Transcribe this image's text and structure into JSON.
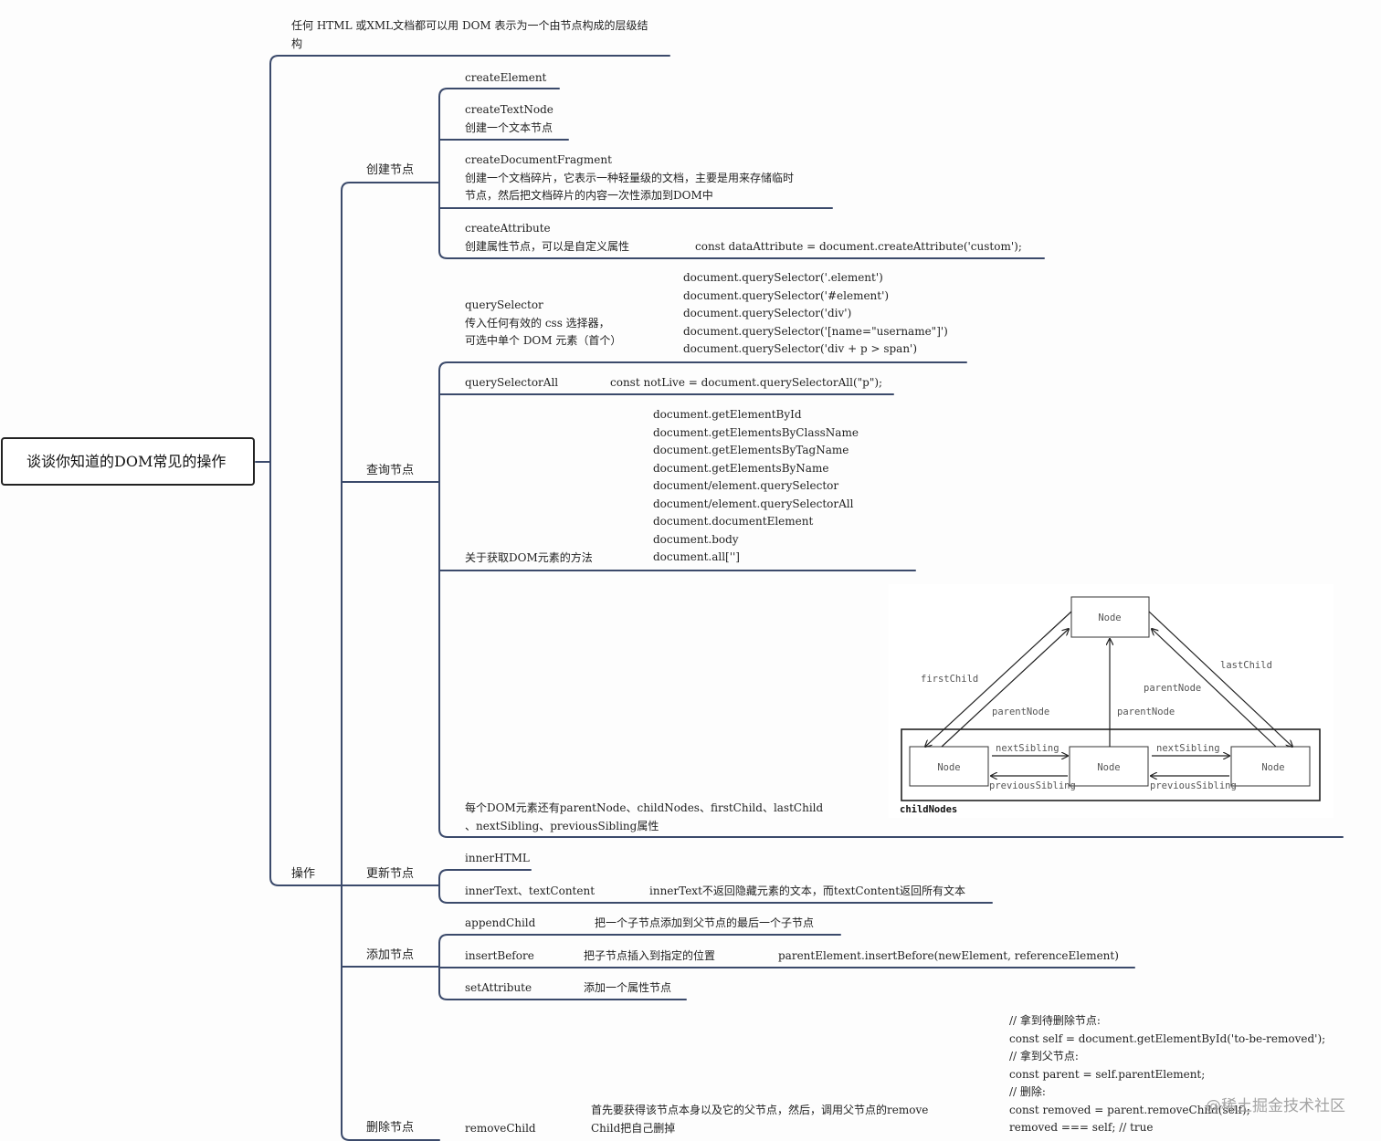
{
  "root": {
    "title": "谈谈你知道的DOM常见的操作"
  },
  "intro": {
    "text": "任何 HTML 或XML文档都可以用 DOM 表示为一个由节点构成的层级结\n构"
  },
  "ops": {
    "label": "操作"
  },
  "create": {
    "label": "创建节点",
    "createElement": {
      "name": "createElement"
    },
    "createTextNode": {
      "text": "createTextNode\n创建一个文本节点"
    },
    "createDocumentFragment": {
      "text": "createDocumentFragment\n创建一个文档碎片，它表示一种轻量级的文档，主要是用来存储临时\n节点，然后把文档碎片的内容一次性添加到DOM中"
    },
    "createAttribute": {
      "text": "createAttribute\n创建属性节点，可以是自定义属性",
      "code": "const dataAttribute = document.createAttribute('custom');"
    }
  },
  "query": {
    "label": "查询节点",
    "querySelector": {
      "text": "querySelector\n传入任何有效的 css 选择器，\n可选中单个 DOM 元素（首个）",
      "code": "document.querySelector('.element')\ndocument.querySelector('#element')\ndocument.querySelector('div')\ndocument.querySelector('[name=\"username\"]')\ndocument.querySelector('div + p > span')"
    },
    "querySelectorAll": {
      "name": "querySelectorAll",
      "code": "const notLive = document.querySelectorAll(\"p\");"
    },
    "methods": {
      "label": "关于获取DOM元素的方法",
      "list": "document.getElementById\ndocument.getElementsByClassName\ndocument.getElementsByTagName\ndocument.getElementsByName\ndocument/element.querySelector\ndocument/element.querySelectorAll\ndocument.documentElement\ndocument.body\ndocument.all['']"
    },
    "relations": {
      "text": "每个DOM元素还有parentNode、childNodes、firstChild、lastChild\n、nextSibling、previousSibling属性",
      "figure": {
        "node_label": "Node",
        "firstChild": "firstChild",
        "lastChild": "lastChild",
        "parentNode": "parentNode",
        "nextSibling": "nextSibling",
        "previousSibling": "previousSibling",
        "childNodes": "childNodes"
      }
    }
  },
  "update": {
    "label": "更新节点",
    "innerHTML": {
      "name": "innerHTML"
    },
    "innerText": {
      "name": "innerText、textContent",
      "desc": "innerText不返回隐藏元素的文本，而textContent返回所有文本"
    }
  },
  "add": {
    "label": "添加节点",
    "appendChild": {
      "name": "appendChild",
      "desc": "把一个子节点添加到父节点的最后一个子节点"
    },
    "insertBefore": {
      "name": "insertBefore",
      "desc": "把子节点插入到指定的位置",
      "code": "parentElement.insertBefore(newElement, referenceElement)"
    },
    "setAttribute": {
      "name": "setAttribute",
      "desc": "添加一个属性节点"
    }
  },
  "remove": {
    "label": "删除节点",
    "removeChild": {
      "name": "removeChild",
      "desc": "首先要获得该节点本身以及它的父节点，然后，调用父节点的remove\nChild把自己删掉",
      "code": "// 拿到待删除节点:\nconst self = document.getElementById('to-be-removed');\n// 拿到父节点:\nconst parent = self.parentElement;\n// 删除:\nconst removed = parent.removeChild(self);\nremoved === self; // true"
    }
  },
  "watermark": {
    "text": "@稀土掘金技术社区"
  },
  "colors": {
    "line": "#3b4a6b",
    "text": "#222222"
  }
}
